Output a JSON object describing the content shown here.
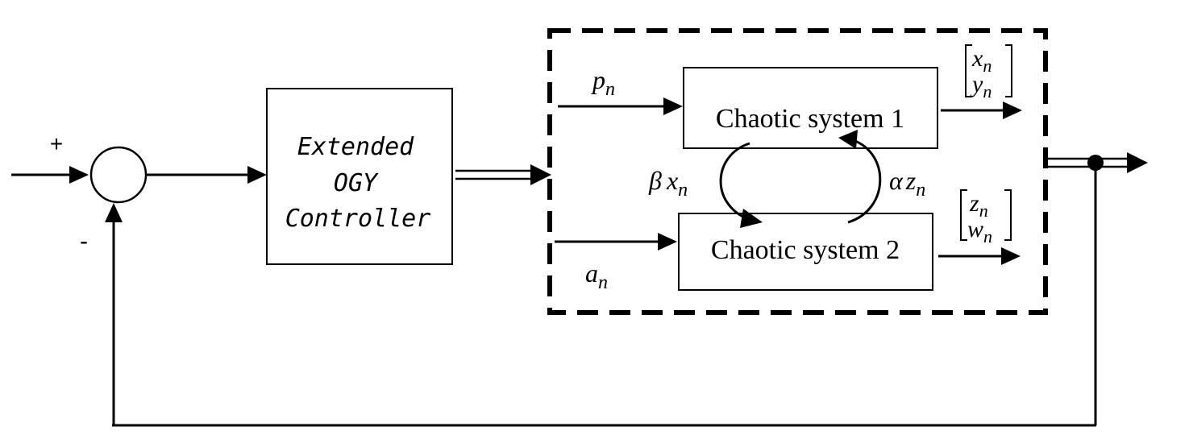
{
  "sum_junction": {
    "plus_sign": "+",
    "minus_sign": "-"
  },
  "controller": {
    "line1": "Extended",
    "line2": "OGY",
    "line3": "Controller"
  },
  "system1": {
    "label": "Chaotic system 1",
    "input_var": "p",
    "input_sub": "n",
    "out_top_var": "x",
    "out_top_sub": "n",
    "out_bottom_var": "y",
    "out_bottom_sub": "n"
  },
  "system2": {
    "label": "Chaotic system 2",
    "input_var": "a",
    "input_sub": "n",
    "out_top_var": "z",
    "out_top_sub": "n",
    "out_bottom_var": "w",
    "out_bottom_sub": "n"
  },
  "coupling": {
    "beta_sym": "β",
    "beta_var": "x",
    "beta_sub": "n",
    "alpha_sym": "α",
    "alpha_var": "z",
    "alpha_sub": "n"
  }
}
